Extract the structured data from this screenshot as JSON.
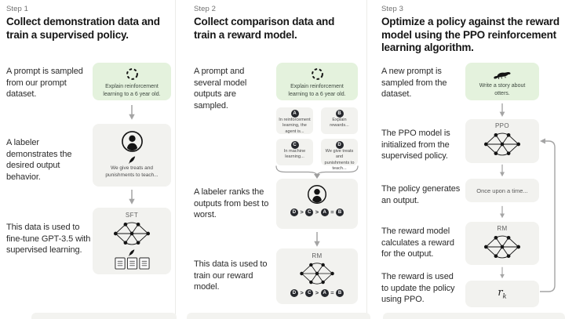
{
  "palette": {
    "background": "#ffffff",
    "box_gray": "#f2f2ef",
    "box_green": "#e4f2dd",
    "badge_dark": "#26282d",
    "arrow_gray": "#a4a4a4",
    "heading_text": "#161616",
    "muted_text": "#707070"
  },
  "step1": {
    "label": "Step 1",
    "heading": "Collect demonstration data and train a supervised policy.",
    "caption_prompt": "A prompt is sampled from our prompt dataset.",
    "caption_labeler": "A labeler demonstrates the desired output behavior.",
    "caption_finetune": "This data is used to fine-tune GPT-3.5 with supervised learning.",
    "prompt_box_text": "Explain reinforcement learning to a 6 year old.",
    "labeler_box_text": "We give treats and punishments to teach...",
    "model_box_label": "SFT"
  },
  "step2": {
    "label": "Step 2",
    "heading": "Collect comparison data and train a reward model.",
    "caption_sampled": "A prompt and several model outputs are sampled.",
    "caption_ranks": "A labeler ranks the outputs from best to worst.",
    "caption_train": "This data is used to train our reward model.",
    "prompt_box_text": "Explain reinforcement learning to a 6 year old.",
    "outputs": [
      {
        "badge": "A",
        "text": "In reinforcement learning, the agent is..."
      },
      {
        "badge": "B",
        "text": "Explain rewards..."
      },
      {
        "badge": "C",
        "text": "In machine learning..."
      },
      {
        "badge": "D",
        "text": "We give treats and punishments to teach..."
      }
    ],
    "ranking": {
      "letters": [
        "D",
        "C",
        "A",
        "B"
      ],
      "separators": [
        ">",
        ">",
        "="
      ]
    },
    "model_box_label": "RM"
  },
  "step3": {
    "label": "Step 3",
    "heading": "Optimize a policy against the reward model using the PPO reinforcement learning algorithm.",
    "caption_prompt": "A new prompt is sampled from the dataset.",
    "caption_init": "The PPO model is initialized from the supervised policy.",
    "caption_output": "The policy generates an output.",
    "caption_reward": "The reward model calculates a reward for the output.",
    "caption_update": "The reward is used to update the policy using PPO.",
    "prompt_box_text": "Write a story about otters.",
    "ppo_box_label": "PPO",
    "output_box_text": "Once upon a time...",
    "rm_box_label": "RM",
    "reward_symbol": {
      "base": "r",
      "sub": "k"
    }
  }
}
